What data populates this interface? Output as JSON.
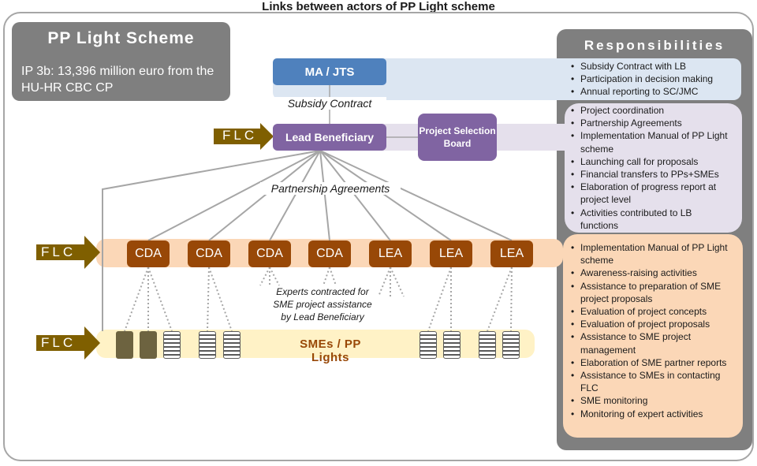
{
  "title": "Links between actors of PP Light scheme",
  "pp_scheme": {
    "title": "PP Light Scheme",
    "description": "IP 3b: 13,396 million euro from the HU-HR CBC CP"
  },
  "responsibilities": {
    "title": "Responsibilities",
    "ma_items": [
      "Subsidy Contract with LB",
      "Participation in decision making",
      "Annual reporting to SC/JMC"
    ],
    "lb_items": [
      "Project coordination",
      "Partnership Agreements",
      "Implementation Manual of PP Light scheme",
      "Launching call for proposals",
      "Financial transfers to PPs+SMEs",
      "Elaboration of progress report at project level",
      "Activities contributed to LB functions"
    ],
    "agency_items": [
      "Implementation Manual of PP Light scheme",
      "Awareness-raising activities",
      "Assistance to preparation of SME project proposals",
      "Evaluation of project concepts",
      "Evaluation of project proposals",
      "Assistance to SME project management",
      "Elaboration of SME partner reports",
      "Assistance to SMEs in contacting FLC",
      "SME monitoring",
      "Monitoring of expert activities"
    ]
  },
  "actors": {
    "ma_jts": "MA / JTS",
    "lead_beneficiary": "Lead Beneficiary",
    "project_selection_board": "Project Selection Board",
    "smes": "SMEs / PP Lights",
    "agencies": [
      "CDA",
      "CDA",
      "CDA",
      "CDA",
      "LEA",
      "LEA",
      "LEA"
    ]
  },
  "labels": {
    "subsidy_contract": "Subsidy Contract",
    "partnership_agreements": "Partnership Agreements",
    "experts_note": "Experts contracted for SME project assistance by Lead Beneficiary",
    "flc": "FLC"
  },
  "colors": {
    "ma": "#4f81bd",
    "lb": "#8064a2",
    "agency": "#984807",
    "flc_arrow": "#7f5f00",
    "panel_grey": "#7f7f7f",
    "band_blue": "#dce6f2",
    "band_purple": "#e5e0ec",
    "band_orange": "#fbd7b7",
    "band_yellow": "#fff2c6"
  }
}
